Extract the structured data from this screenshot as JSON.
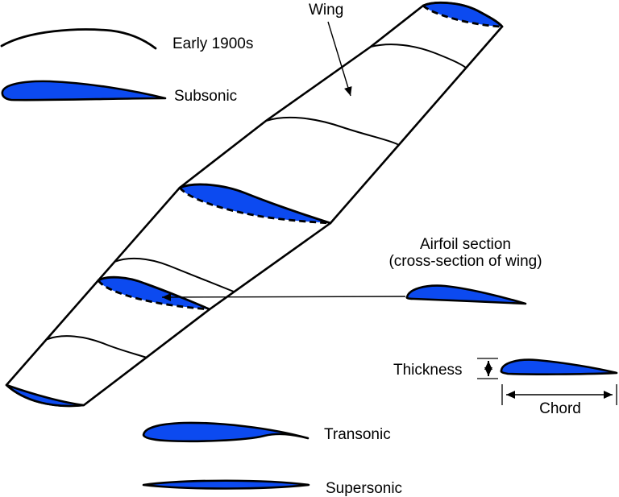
{
  "title_labels": {
    "wing": "Wing",
    "early_1900s": "Early 1900s",
    "subsonic": "Subsonic",
    "airfoil_section_line1": "Airfoil section",
    "airfoil_section_line2": "(cross-section of wing)",
    "thickness": "Thickness",
    "chord": "Chord",
    "transonic": "Transonic",
    "supersonic": "Supersonic"
  },
  "colors": {
    "airfoil_blue": "#0c4af0",
    "wing_gray": "#dcdcdc",
    "line_black": "#000000"
  },
  "icons": {
    "wing_pointer_arrow": "arrow pointing to wing surface",
    "section_pointer_arrow": "arrow pointing to wing cross-section",
    "thickness_dimension_arrow": "vertical double-headed dimension arrow",
    "chord_dimension_arrow": "horizontal double-headed dimension arrow"
  }
}
